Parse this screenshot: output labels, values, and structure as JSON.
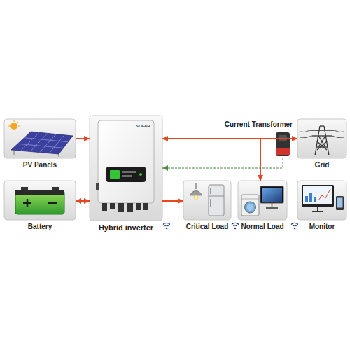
{
  "diagram": {
    "nodes": [
      {
        "text": [
          "PV Panels"
        ]
      },
      {
        "text": [
          "Hybrid inverter"
        ]
      },
      {
        "text": [
          "Current Transformer"
        ]
      },
      {
        "text": [
          "Grid"
        ]
      },
      {
        "text": [
          "Battery"
        ]
      },
      {
        "text": [
          "Critical Load"
        ]
      },
      {
        "text": [
          "Normal Load"
        ]
      },
      {
        "text": [
          "Monitor"
        ]
      }
    ],
    "edges": [
      {
        "from": 0,
        "to": 1,
        "arrow": "to"
      },
      {
        "from": 4,
        "to": 1,
        "arrow": "both"
      },
      {
        "from": 1,
        "to": 3,
        "arrow": "both"
      },
      {
        "from": 1,
        "to": 5,
        "arrow": "to"
      },
      {
        "from": 3,
        "to": 6,
        "arrow": "to"
      },
      {
        "from": 2,
        "to": 1,
        "arrow": "to"
      }
    ],
    "labels": [
      "SOFAR"
    ]
  }
}
